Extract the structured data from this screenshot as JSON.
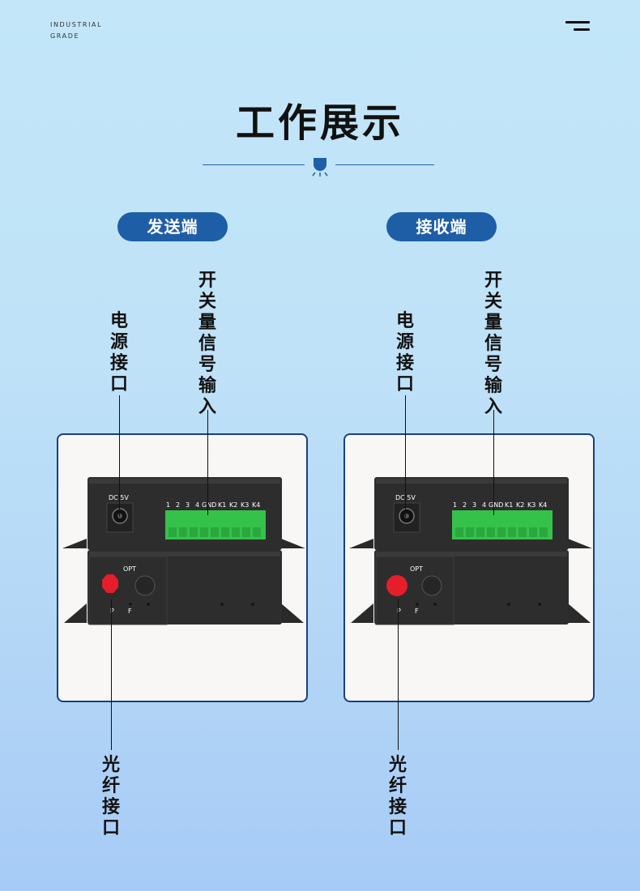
{
  "brand": {
    "line1": "INDUSTRIAL",
    "line2": "GRADE"
  },
  "header": {
    "title": "工作展示"
  },
  "icons": {
    "menu": "menu-icon",
    "lamp": "lamp-icon"
  },
  "colors": {
    "accent": "#1e5ea7",
    "panel_border": "#17417e",
    "terminal_green": "#35c24b",
    "optical_red": "#e61d2b"
  },
  "sender": {
    "label": "发送端",
    "power_label": "电源接口",
    "io_label": "开关量信号输入",
    "fiber_label": "光纤接口"
  },
  "receiver": {
    "label": "接收端",
    "power_label": "电源接口",
    "io_label": "开关量信号输入",
    "fiber_label": "光纤接口"
  },
  "device": {
    "dc_label": "DC 5V",
    "pins": [
      "1",
      "2",
      "3",
      "4",
      "GND",
      "K1",
      "K2",
      "K3",
      "K4"
    ],
    "opt_label": "OPT",
    "led_p": "P",
    "led_f": "F"
  }
}
